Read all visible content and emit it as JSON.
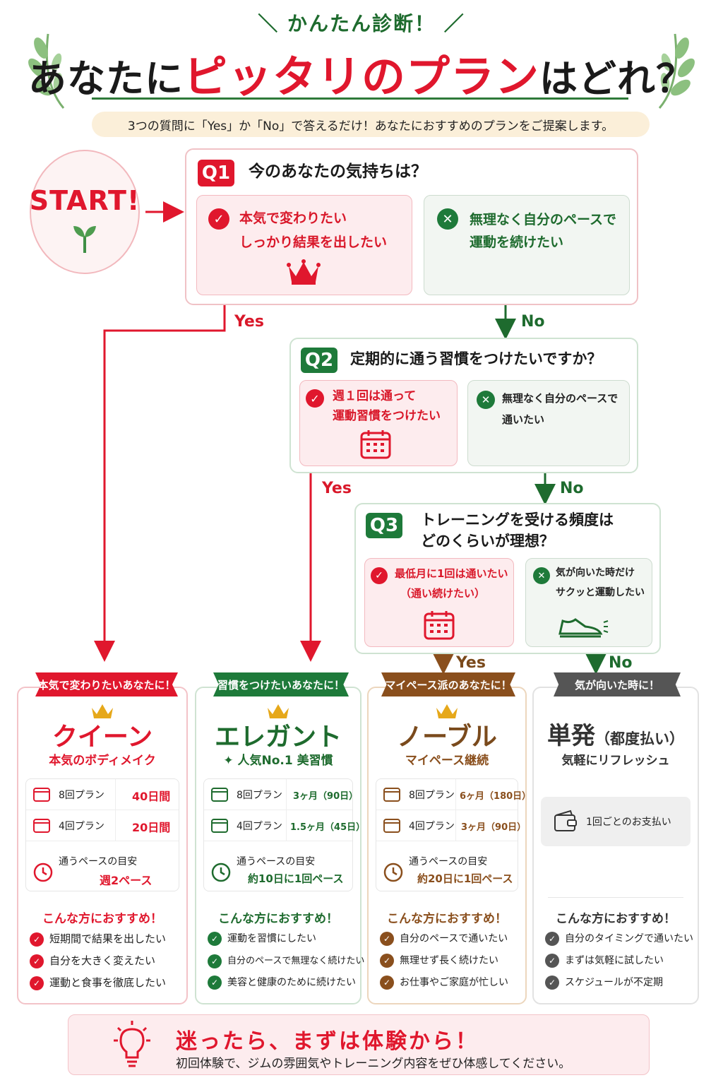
{
  "header": {
    "kicker": "＼ かんたん診断！ ／",
    "title_part1": "あなたに",
    "title_accent": "ピッタリのプラン",
    "title_part2": "はどれ？",
    "subtitle": "3つの質問に「Yes」か「No」で答えるだけ！あなたにおすすめのプランをご提案します。"
  },
  "start": {
    "label": "START!"
  },
  "q1": {
    "badge": "Q1",
    "question": "今のあなたの気持ちは？",
    "yes_lines": [
      "本気で変わりたい",
      "しっかり結果を出したい"
    ],
    "no_lines": [
      "無理なく自分のペースで",
      "運動を続けたい"
    ]
  },
  "q2": {
    "badge": "Q2",
    "question": "定期的に通う習慣をつけたいですか？",
    "yes_lines": [
      "週１回は通って",
      "運動習慣をつけたい"
    ],
    "no_lines": [
      "無理なく自分のペースで",
      "通いたい"
    ]
  },
  "q3": {
    "badge": "Q3",
    "question_lines": [
      "トレーニングを受ける頻度は",
      "どのくらいが理想？"
    ],
    "yes_lines": [
      "最低月に1回は通いたい",
      "（通い続けたい）"
    ],
    "no_lines": [
      "気が向いた時だけ",
      "サクッと運動したい"
    ]
  },
  "flow": {
    "yes": "Yes",
    "no": "No"
  },
  "plans": [
    {
      "ribbon": "本気で変わりたいあなたに！",
      "name": "クイーン",
      "subtitle": "本気のボディメイク",
      "rows": [
        {
          "label": "8回プラン",
          "value": "40日間"
        },
        {
          "label": "4回プラン",
          "value": "20日間"
        }
      ],
      "pace_label": "通うペースの目安",
      "pace_value": "週2ペース",
      "rec_title": "こんな方におすすめ！",
      "rec": [
        "短期間で結果を出したい",
        "自分を大きく変えたい",
        "運動と食事を徹底したい"
      ],
      "color": "#e0172d"
    },
    {
      "ribbon": "習慣をつけたいあなたに！",
      "name": "エレガント",
      "subtitle": "✦ 人気No.1 美習慣",
      "rows": [
        {
          "label": "8回プラン",
          "value": "3ヶ月（90日）"
        },
        {
          "label": "4回プラン",
          "value": "1.5ヶ月（45日）"
        }
      ],
      "pace_label": "通うペースの目安",
      "pace_value": "約10日に1回ペース",
      "rec_title": "こんな方におすすめ！",
      "rec": [
        "運動を習慣にしたい",
        "自分のペースで無理なく続けたい",
        "美容と健康のために続けたい"
      ],
      "color": "#1e7a3a"
    },
    {
      "ribbon": "マイペース派のあなたに！",
      "name": "ノーブル",
      "subtitle": "マイペース継続",
      "rows": [
        {
          "label": "8回プラン",
          "value": "6ヶ月（180日）"
        },
        {
          "label": "4回プラン",
          "value": "3ヶ月（90日）"
        }
      ],
      "pace_label": "通うペースの目安",
      "pace_value": "約20日に1回ペース",
      "rec_title": "こんな方におすすめ！",
      "rec": [
        "自分のペースで通いたい",
        "無理せず長く続けたい",
        "お仕事やご家庭が忙しい"
      ],
      "color": "#8a4f1d"
    },
    {
      "ribbon": "気が向いた時に！",
      "name": "単発",
      "name_suffix": "（都度払い）",
      "subtitle": "気軽にリフレッシュ",
      "payment": "1回ごとのお支払い",
      "rec_title": "こんな方におすすめ！",
      "rec": [
        "自分のタイミングで通いたい",
        "まずは気軽に試したい",
        "スケジュールが不定期"
      ],
      "color": "#555555"
    }
  ],
  "banner": {
    "title": "迷ったら、まずは体験から！",
    "subtitle": "初回体験で、ジムの雰囲気やトレーニング内容をぜひ体感してください。"
  },
  "colors": {
    "red": "#e0172d",
    "green": "#1e7a3a",
    "brown": "#8a4f1d",
    "gray": "#555555",
    "gold": "#e6a81a"
  }
}
